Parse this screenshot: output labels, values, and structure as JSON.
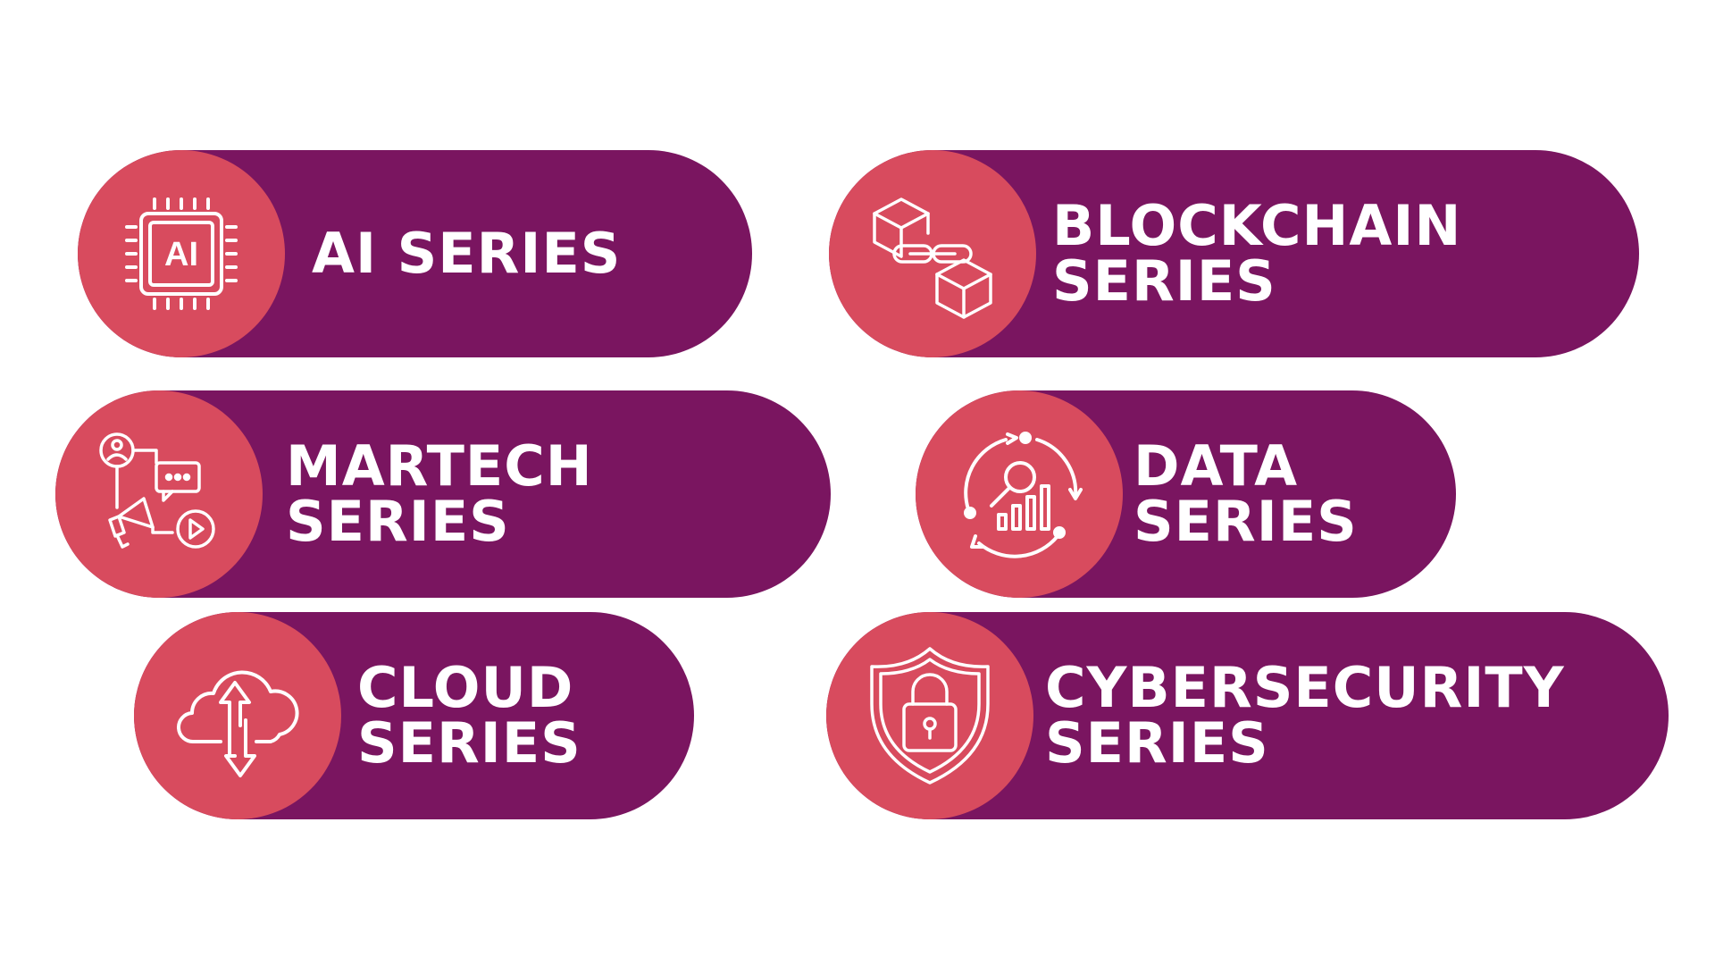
{
  "colors": {
    "pill": "#7a1560",
    "circle": "#d84b5e",
    "text": "#ffffff",
    "background": "#ffffff"
  },
  "series": [
    {
      "line1": "AI SERIES",
      "line2": "",
      "icon": "ai-chip-icon",
      "icon_text": "AI"
    },
    {
      "line1": "BLOCKCHAIN",
      "line2": "SERIES",
      "icon": "blockchain-icon"
    },
    {
      "line1": "MARTECH",
      "line2": "SERIES",
      "icon": "martech-icon"
    },
    {
      "line1": "DATA",
      "line2": "SERIES",
      "icon": "data-analytics-icon"
    },
    {
      "line1": "CLOUD",
      "line2": "SERIES",
      "icon": "cloud-sync-icon"
    },
    {
      "line1": "CYBERSECURITY",
      "line2": "SERIES",
      "icon": "shield-lock-icon"
    }
  ]
}
